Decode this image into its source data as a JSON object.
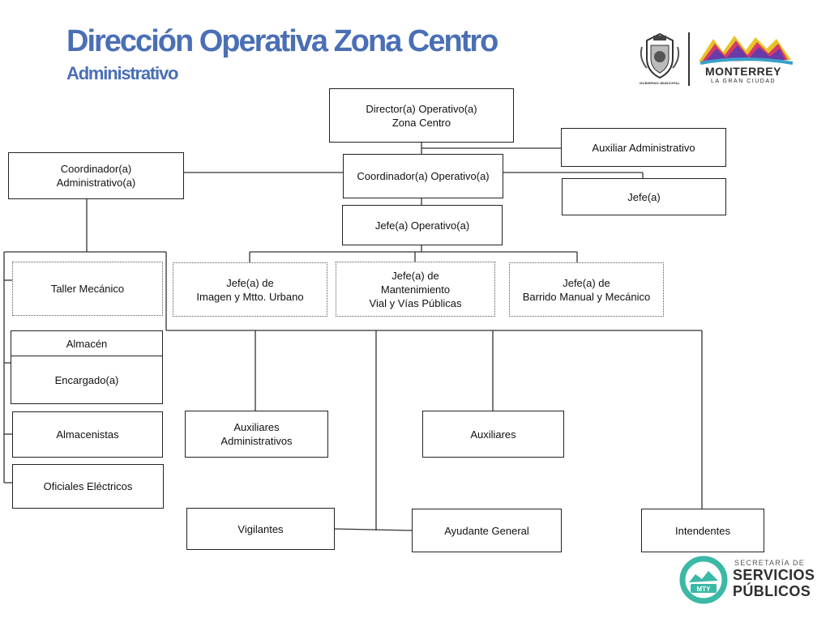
{
  "header": {
    "title": "Dirección Operativa Zona Centro",
    "subtitle": "Administrativo"
  },
  "logos": {
    "municipal_seal_text": "GOBIERNO MUNICIPAL",
    "city_brand": "MONTERREY",
    "city_tagline": "LA GRAN CIUDAD",
    "secretariat_small": "SECRETARÍA DE",
    "secretariat_line1": "SERVICIOS",
    "secretariat_line2": "PÚBLICOS",
    "secretariat_badge": "MTY"
  },
  "org": {
    "director": "Director(a) Operativo(a)\nZona Centro",
    "auxiliar_admin": "Auxiliar Administrativo",
    "coord_operativo": "Coordinador(a) Operativo(a)",
    "jefe": "Jefe(a)",
    "coord_admin": "Coordinador(a)\nAdministrativo(a)",
    "jefe_operativo": "Jefe(a) Operativo(a)",
    "taller": "Taller Mecánico",
    "jefe_imagen": "Jefe(a) de\nImagen y Mtto. Urbano",
    "jefe_mantenimiento": "Jefe(a) de\nMantenimiento\nVial y Vías Públicas",
    "jefe_barrido": "Jefe(a) de\nBarrido Manual y Mecánico",
    "almacen": "Almacén",
    "encargado": "Encargado(a)",
    "almacenistas": "Almacenistas",
    "oficiales": "Oficiales Eléctricos",
    "aux_administrativos": "Auxiliares\nAdministrativos",
    "auxiliares": "Auxiliares",
    "vigilantes": "Vigilantes",
    "ayudante": "Ayudante General",
    "intendentes": "Intendentes"
  },
  "colors": {
    "title": "#4a6fb5",
    "teal_logo": "#3bb8a6",
    "lines": "#333333"
  }
}
